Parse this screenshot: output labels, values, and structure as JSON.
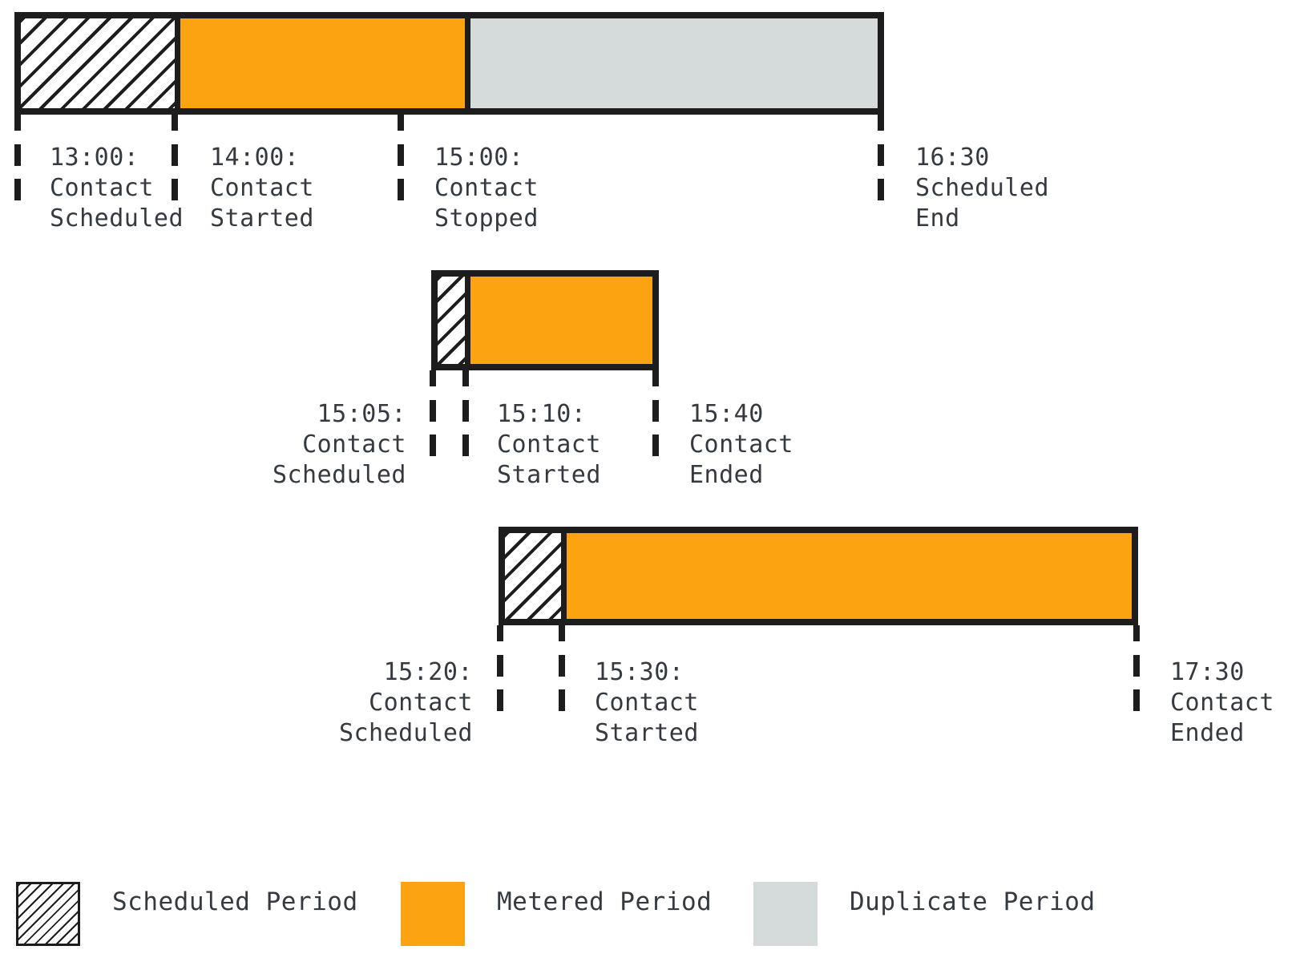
{
  "colors": {
    "metered_orange": "#FCA311",
    "duplicate_gray": "#D5DBDB",
    "ink_black": "#1d1d1d",
    "label_text": "#343a40",
    "background": "#ffffff"
  },
  "timeline": {
    "bars": [
      {
        "id": "contact-1",
        "segments": [
          {
            "type": "scheduled",
            "from": "13:00",
            "to": "14:00"
          },
          {
            "type": "metered",
            "from": "14:00",
            "to": "15:00"
          },
          {
            "type": "duplicate",
            "from": "15:00",
            "to": "16:30"
          }
        ],
        "markers": [
          {
            "label": "13:00:\nContact\nScheduled"
          },
          {
            "label": "14:00:\nContact\nStarted"
          },
          {
            "label": "15:00:\nContact\nStopped"
          },
          {
            "label": "16:30\nScheduled\nEnd"
          }
        ]
      },
      {
        "id": "contact-2",
        "segments": [
          {
            "type": "scheduled",
            "from": "15:05",
            "to": "15:10"
          },
          {
            "type": "metered",
            "from": "15:10",
            "to": "15:40"
          }
        ],
        "markers": [
          {
            "label": "15:05:\nContact\nScheduled"
          },
          {
            "label": "15:10:\nContact\nStarted"
          },
          {
            "label": "15:40\nContact\nEnded"
          }
        ]
      },
      {
        "id": "contact-3",
        "segments": [
          {
            "type": "scheduled",
            "from": "15:20",
            "to": "15:30"
          },
          {
            "type": "metered",
            "from": "15:30",
            "to": "17:30"
          }
        ],
        "markers": [
          {
            "label": "15:20:\nContact\nScheduled"
          },
          {
            "label": "15:30:\nContact\nStarted"
          },
          {
            "label": "17:30\nContact\nEnded"
          }
        ]
      }
    ]
  },
  "legend": [
    {
      "label": "Scheduled Period",
      "swatch": "scheduled"
    },
    {
      "label": "Metered Period",
      "swatch": "metered"
    },
    {
      "label": "Duplicate Period",
      "swatch": "duplicate"
    }
  ]
}
